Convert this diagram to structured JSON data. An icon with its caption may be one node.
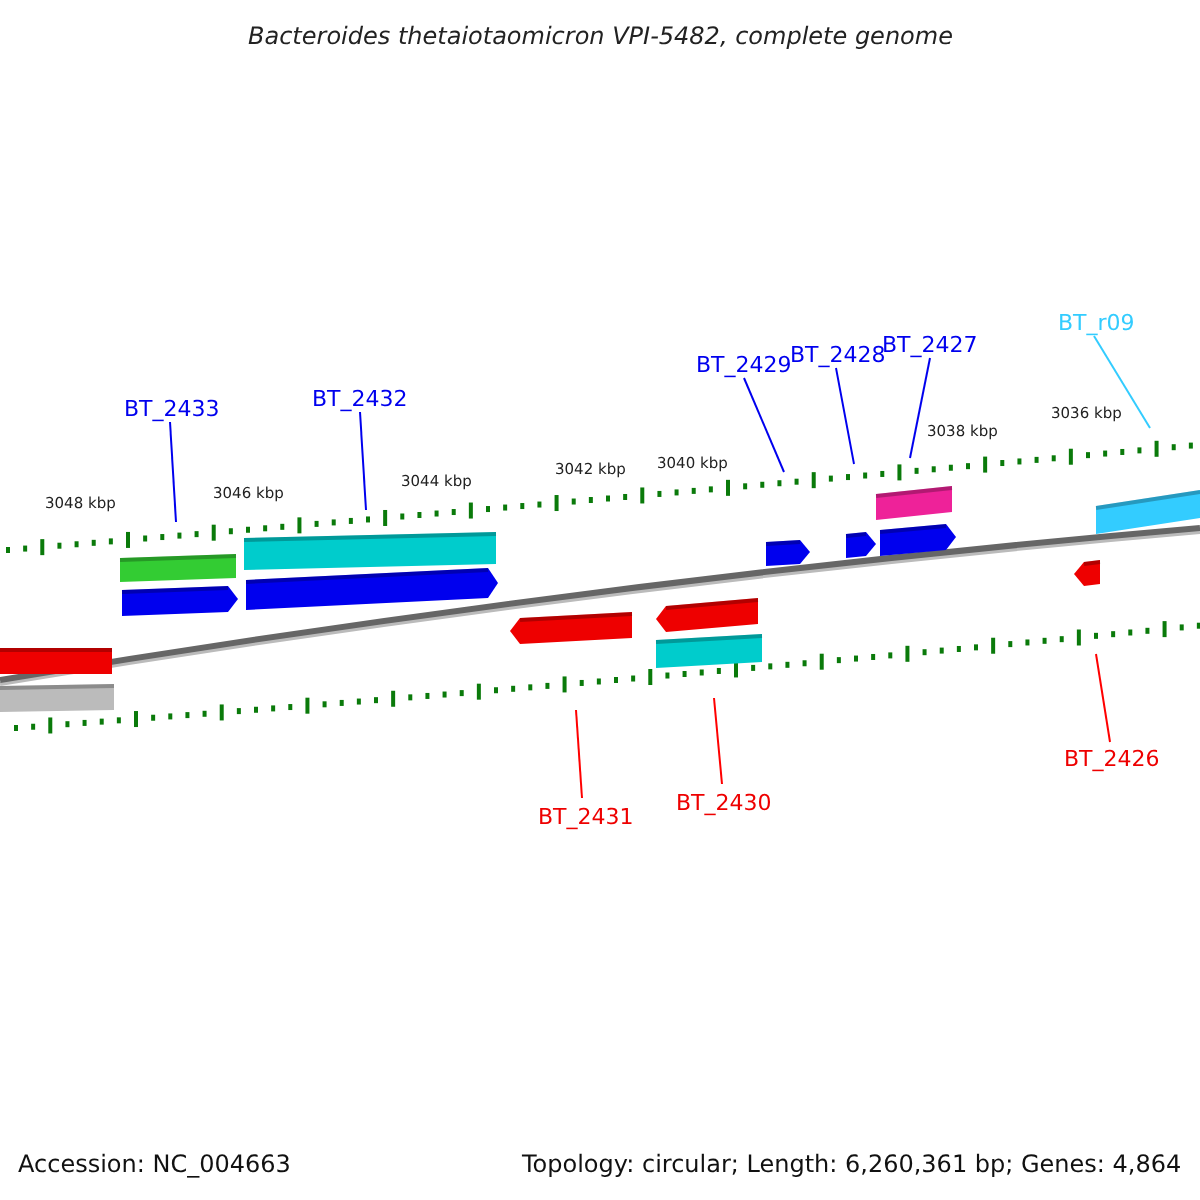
{
  "diagram": {
    "title": "Bacteroides thetaiotaomicron VPI-5482, complete genome",
    "nodes": [
      {
        "text": [
          "BT_2433"
        ]
      },
      {
        "text": [
          "BT_2432"
        ]
      },
      {
        "text": [
          "BT_2429"
        ]
      },
      {
        "text": [
          "BT_2428"
        ]
      },
      {
        "text": [
          "BT_2427"
        ]
      },
      {
        "text": [
          "BT_r09"
        ]
      },
      {
        "text": [
          "BT_2431"
        ]
      },
      {
        "text": [
          "BT_2430"
        ]
      },
      {
        "text": [
          "BT_2426"
        ]
      }
    ],
    "edges": [
      {
        "from": 0,
        "to": null,
        "arrow": "none"
      },
      {
        "from": 1,
        "to": null,
        "arrow": "none"
      },
      {
        "from": 2,
        "to": null,
        "arrow": "none"
      },
      {
        "from": 3,
        "to": null,
        "arrow": "none"
      },
      {
        "from": 4,
        "to": null,
        "arrow": "none"
      },
      {
        "from": 5,
        "to": null,
        "arrow": "none",
        "color": "#33ccff"
      },
      {
        "from": 6,
        "to": null,
        "arrow": "none",
        "color": "#ff0000"
      },
      {
        "from": 7,
        "to": null,
        "arrow": "none",
        "color": "#ff0000"
      },
      {
        "from": 8,
        "to": null,
        "arrow": "none",
        "color": "#ff0000"
      }
    ],
    "labels": [
      "3048 kbp",
      "3046 kbp",
      "3044 kbp",
      "3042 kbp",
      "3040 kbp",
      "3038 kbp",
      "3036 kbp",
      "Accession: NC_004663",
      "Topology: circular; Length: 6,260,361 bp; Genes: 4,864"
    ]
  }
}
